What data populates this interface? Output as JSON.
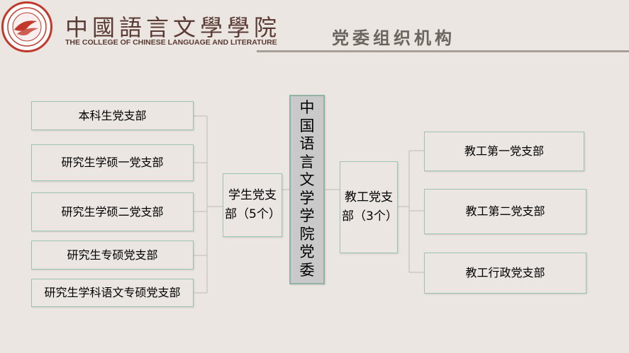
{
  "header": {
    "college_name_cn": "中國語言文學學院",
    "college_name_en": "THE COLLEGE OF CHINESE LANGUAGE AND LITERATURE",
    "page_title": "党委组织机构"
  },
  "org_chart": {
    "root": "中国语言文学学院党委",
    "student_group": {
      "label": "学生党支部（5个）",
      "branches": [
        "本科生党支部",
        "研究生学硕一党支部",
        "研究生学硕二党支部",
        "研究生专硕党支部",
        "研究生学科语文专硕党支部"
      ]
    },
    "faculty_group": {
      "label": "教工党支部（3个）",
      "branches": [
        "教工第一党支部",
        "教工第二党支部",
        "教工行政党支部"
      ]
    }
  },
  "colors": {
    "background": "#ebe6e1",
    "box_border": "#9dc3b4",
    "root_fill": "#c9c9c9",
    "logo_red": "#c0392b",
    "title_text": "#6b6560"
  }
}
